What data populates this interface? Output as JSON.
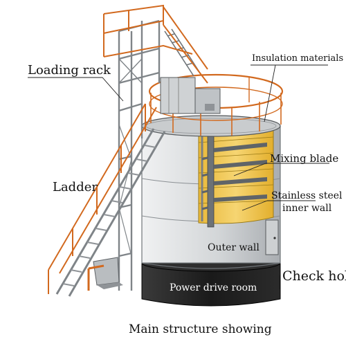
{
  "labels": {
    "loading_rack": "Loading rack",
    "insulation": "Insulation materials",
    "mixing_blade": "Mixing blade",
    "stainless_line1": "Stainless steel",
    "stainless_line2": "inner wall",
    "ladder": "Ladder",
    "outer_wall": "Outer wall",
    "check_hole": "Check hole",
    "power_drive_room": "Power drive room"
  },
  "caption": "Main structure showing",
  "colors": {
    "rail": "#d2691e",
    "insulation": "#f2c84b",
    "steel_frame": "#8f9499",
    "tank_wall": "#d8dadc",
    "base": "#1e1e1e"
  }
}
